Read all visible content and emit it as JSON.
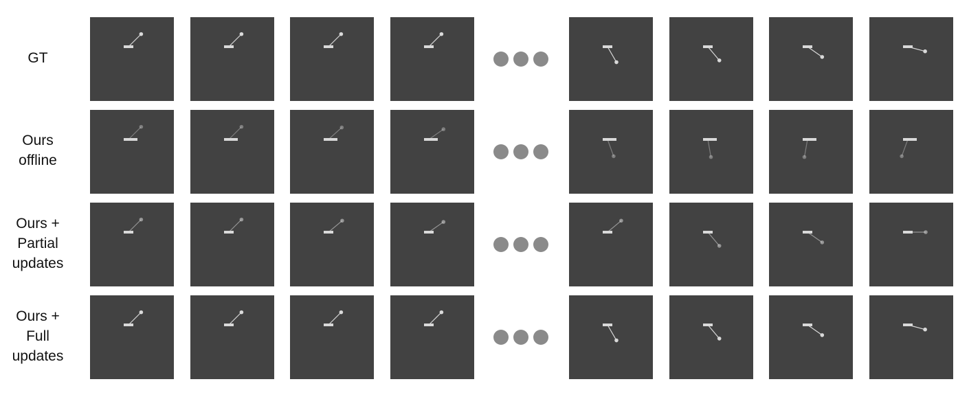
{
  "figure": {
    "rows": [
      {
        "id": "gt",
        "label_lines": [
          "GT"
        ],
        "quality": "sharp",
        "pendulum_angles_deg": [
          45,
          45,
          45,
          45,
          150,
          140,
          125,
          105
        ]
      },
      {
        "id": "offline",
        "label_lines": [
          "Ours",
          "offline"
        ],
        "quality": "degraded",
        "pendulum_angles_deg": [
          45,
          45,
          48,
          55,
          160,
          170,
          190,
          200
        ]
      },
      {
        "id": "partial",
        "label_lines": [
          "Ours +",
          "Partial",
          "updates"
        ],
        "quality": "blurry",
        "pendulum_angles_deg": [
          45,
          45,
          50,
          55,
          50,
          140,
          125,
          90
        ]
      },
      {
        "id": "full",
        "label_lines": [
          "Ours +",
          "Full",
          "updates"
        ],
        "quality": "sharp",
        "pendulum_angles_deg": [
          45,
          45,
          45,
          45,
          150,
          140,
          125,
          105
        ]
      }
    ],
    "frame_background": "#424242",
    "pendulum_color": "#d9d9d9",
    "ellipsis_color": "#8a8a8a"
  }
}
